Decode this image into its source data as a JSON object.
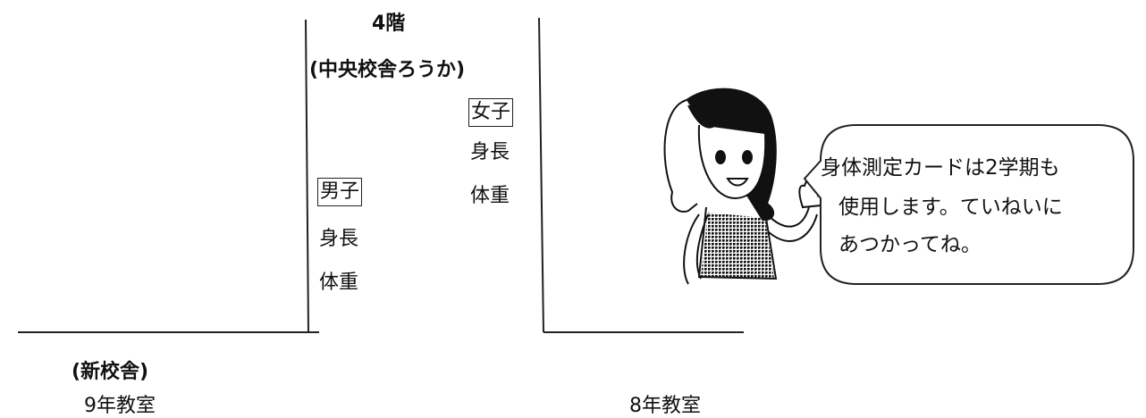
{
  "floor_title": "4階",
  "corridor_label": "(中央校舎ろうか)",
  "girls": {
    "box": "女子",
    "height": "身長",
    "weight": "体重"
  },
  "boys": {
    "box": "男子",
    "height": "身長",
    "weight": "体重"
  },
  "new_building_label": "(新校舎)",
  "room_9": "9年教室",
  "room_8": "8年教室",
  "speech": {
    "line1": "身体測定カードは2学期も",
    "line2": "使用します。ていねいに",
    "line3": "あつかってね。"
  }
}
